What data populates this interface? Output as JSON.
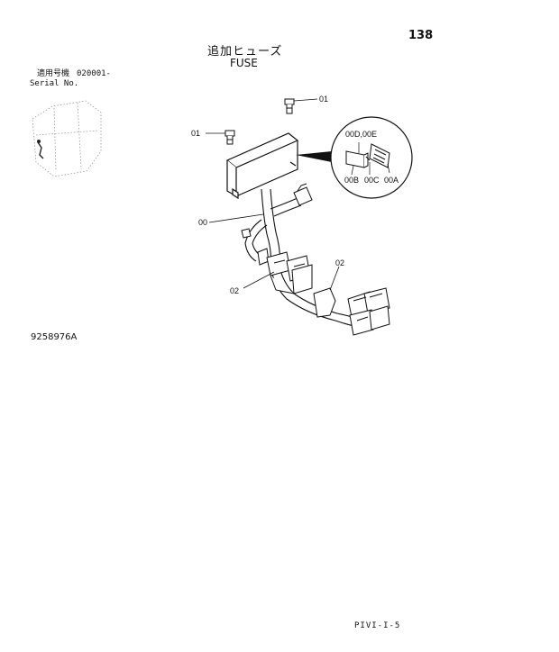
{
  "page_number": "138",
  "title_jp": "追加ヒューズ",
  "title_en": "FUSE",
  "serial": {
    "label_jp": "適用号機",
    "value": "020001-",
    "label_en": "Serial No."
  },
  "drawing_number": "9258976A",
  "page_code": "PIVI-I-5",
  "callouts": {
    "bolt_top": "01",
    "bolt_left": "01",
    "harness": "00",
    "clamp_left": "02",
    "clamp_right": "02",
    "detail_top": "00D,00E",
    "detail_b": "00B",
    "detail_c": "00C",
    "detail_a": "00A"
  }
}
